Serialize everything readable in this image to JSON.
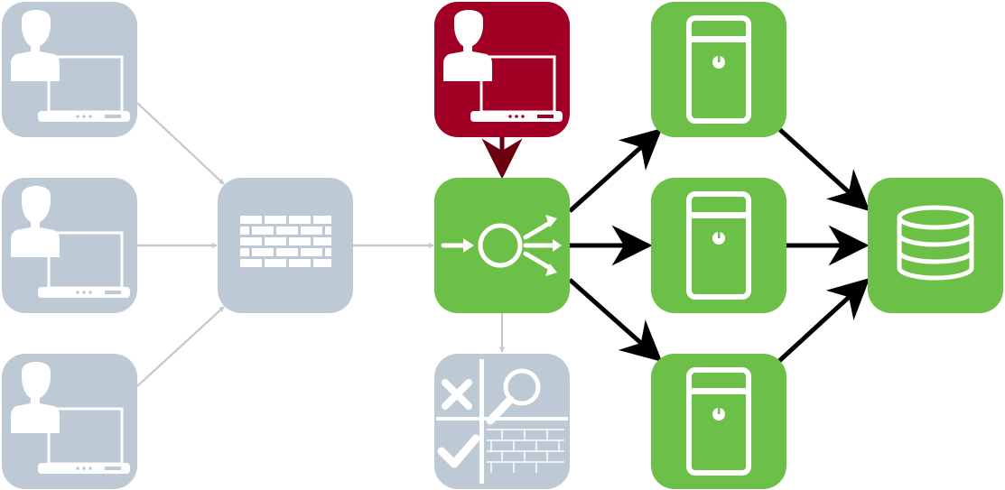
{
  "colors": {
    "gray": "#bdc9d4",
    "gray_edge": "#c7c7c7",
    "green": "#6cbf47",
    "red": "#a10024",
    "dark_red": "#6b0010",
    "black": "#000000",
    "white": "#ffffff"
  },
  "nodes": [
    {
      "id": "user-top",
      "icon": "user-laptop-icon",
      "color": "gray"
    },
    {
      "id": "user-middle",
      "icon": "user-laptop-icon",
      "color": "gray"
    },
    {
      "id": "user-bottom",
      "icon": "user-laptop-icon",
      "color": "gray"
    },
    {
      "id": "firewall",
      "icon": "brick-wall-icon",
      "color": "gray"
    },
    {
      "id": "admin",
      "icon": "user-laptop-icon",
      "color": "red"
    },
    {
      "id": "load-balancer",
      "icon": "load-balancer-icon",
      "color": "green"
    },
    {
      "id": "waf",
      "icon": "inspection-filter-icon",
      "color": "gray"
    },
    {
      "id": "server-top",
      "icon": "server-tower-icon",
      "color": "green"
    },
    {
      "id": "server-middle",
      "icon": "server-tower-icon",
      "color": "green"
    },
    {
      "id": "server-bottom",
      "icon": "server-tower-icon",
      "color": "green"
    },
    {
      "id": "database",
      "icon": "database-icon",
      "color": "green"
    }
  ],
  "edges": [
    {
      "from": "user-top",
      "to": "firewall",
      "color": "gray_edge"
    },
    {
      "from": "user-middle",
      "to": "firewall",
      "color": "gray_edge"
    },
    {
      "from": "user-bottom",
      "to": "firewall",
      "color": "gray_edge"
    },
    {
      "from": "firewall",
      "to": "load-balancer",
      "color": "gray_edge"
    },
    {
      "from": "admin",
      "to": "load-balancer",
      "color": "dark_red"
    },
    {
      "from": "load-balancer",
      "to": "waf",
      "color": "gray_edge"
    },
    {
      "from": "load-balancer",
      "to": "server-top",
      "color": "black"
    },
    {
      "from": "load-balancer",
      "to": "server-middle",
      "color": "black"
    },
    {
      "from": "load-balancer",
      "to": "server-bottom",
      "color": "black"
    },
    {
      "from": "server-top",
      "to": "database",
      "color": "black"
    },
    {
      "from": "server-middle",
      "to": "database",
      "color": "black"
    },
    {
      "from": "server-bottom",
      "to": "database",
      "color": "black"
    }
  ]
}
